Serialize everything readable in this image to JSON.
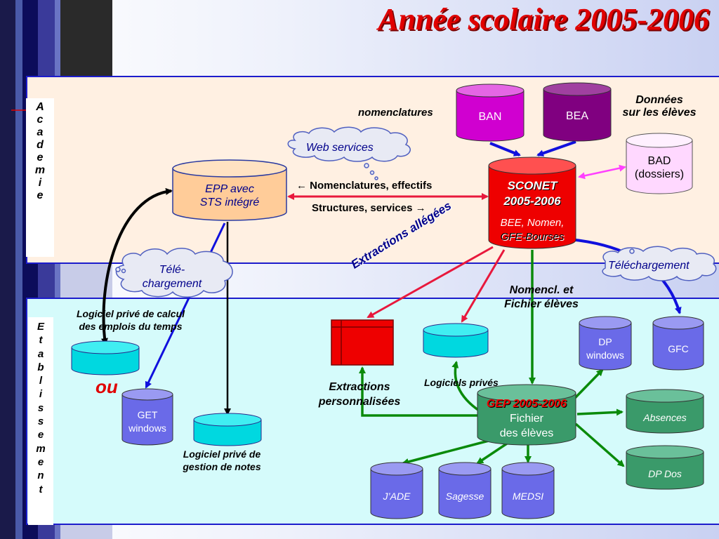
{
  "slide": {
    "title": "Année scolaire 2005-2006"
  },
  "zones": {
    "academie": [
      "A",
      "c",
      "a",
      "d",
      "e",
      "m",
      "i",
      "e"
    ],
    "etablissement": [
      "E",
      "t",
      "a",
      "b",
      "l",
      "i",
      "s",
      "s",
      "e",
      "m",
      "e",
      "n",
      "t"
    ]
  },
  "databases": {
    "ban": "BAN",
    "bea": "BEA",
    "bad_line1": "BAD",
    "bad_line2": "(dossiers)",
    "epp_line1": "EPP avec",
    "epp_line2": "STS intégré",
    "sconet_line1": "SCONET",
    "sconet_line2": "2005-2006",
    "sconet_line3": "BEE, Nomen,",
    "sconet_line4": "GFE-Bourses",
    "get_line1": "GET",
    "get_line2": "windows",
    "dp_line1": "DP",
    "dp_line2": "windows",
    "gfc": "GFC",
    "gep_line1": "GEP 2005-2006",
    "gep_line2": "Fichier",
    "gep_line3": "des élèves",
    "absences": "Absences",
    "dpdos": "DP Dos",
    "jade": "J’ADE",
    "sagesse": "Sagesse",
    "medsi": "MEDSI"
  },
  "labels": {
    "nomenclatures": "nomenclatures",
    "donnees_line1": "Données",
    "donnees_line2": "sur les élèves",
    "web_services": "Web services",
    "nomenclatures_effectifs": "← Nomenclatures,  effectifs",
    "structures_services": "Structures, services →",
    "tele_line1": "Télé-",
    "tele_line2": "chargement",
    "telechargement": "Téléchargement",
    "extractions_allegees": "Extractions allégées",
    "nomencl_line1": "Nomencl. et",
    "nomencl_line2": "Fichier élèves",
    "logiciel_calcul_line1": "Logiciel privé de calcul",
    "logiciel_calcul_line2": "des emplois du temps",
    "ou": "ou",
    "logiciels_prives": "Logiciels privés",
    "extractions_line1": "Extractions",
    "extractions_line2": "personnalisées",
    "notes_line1": "Logiciel privé de",
    "notes_line2": "gestion de notes"
  },
  "colors": {
    "title": "#e00000",
    "panel_border": "#1c1ccc",
    "academie_bg": "#fff0e2",
    "etablissement_bg": "#d5fbfb",
    "magenta_db": "#d000d0",
    "purple_db": "#800080",
    "blue_db": "#6a6ae8",
    "green_db": "#3a9a6a",
    "cyan_db": "#00d8e0",
    "sconet_red": "#ee0000",
    "arrow_green": "#0a8a0a",
    "arrow_red": "#e8183c",
    "arrow_blue": "#1010dd",
    "arrow_pink": "#ff40ff"
  }
}
